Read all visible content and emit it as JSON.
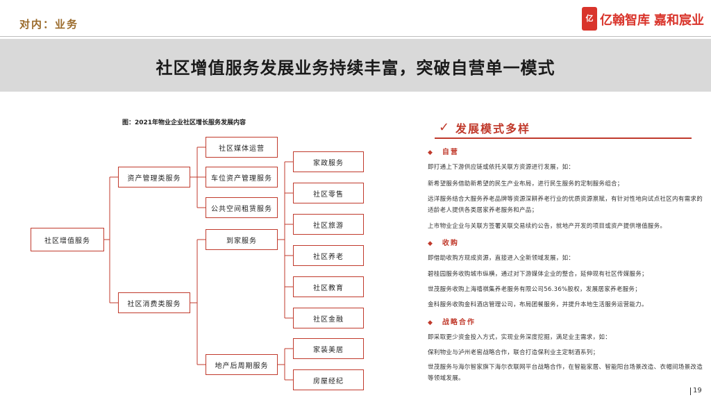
{
  "header": {
    "section_label": "对内：业务",
    "logo_badge": "亿",
    "brand_primary": "亿翰智库",
    "brand_secondary": "嘉和宸业"
  },
  "title": "社区增值服务发展业务持续丰富，突破自营单一模式",
  "figure": {
    "caption": "图：2021年物业企业社区增长服务发展内容",
    "root": "社区增值服务",
    "level1": [
      "资产管理类服务",
      "社区消费类服务"
    ],
    "level2": [
      "社区媒体运营",
      "车位资产管理服务",
      "公共空间租赁服务",
      "到家服务",
      "地产后周期服务"
    ],
    "level3_home": [
      "家政服务",
      "社区零售",
      "社区旅游",
      "社区养老",
      "社区教育",
      "社区金融"
    ],
    "level3_property": [
      "家装美居",
      "房屋经纪"
    ]
  },
  "right": {
    "heading": "发展模式多样",
    "check": "✓",
    "sections": [
      {
        "title": "自营",
        "paragraphs": [
          "即打通上下游供应链或依托关联方资源进行发展，如：",
          "新希望服务借助新希望的民生产业布局，进行民生服务的定制服务组合；",
          "远洋服务结合大服务养老品牌等资源深耕养老行业的优质资源禀赋，有针对性地向试点社区内有需求的适龄老人提供各类居家养老服务和产品；",
          "上市物业企业与关联方签署关联交易续约公告，就地产开发的项目或资产提供增值服务。"
        ]
      },
      {
        "title": "收购",
        "paragraphs": [
          "即借助收购方现成资源，直接进入全新领域发展，如：",
          "碧桂园服务收购城市纵横，通过对下游媒体企业的整合，延伸现有社区传媒服务；",
          "世茂服务收购上海禧祺集养老服务有限公司56.36%股权，发展居家养老服务；",
          "金科服务收购金科酒店管理公司，布局团餐服务，并提升本地生活服务运营能力。"
        ]
      },
      {
        "title": "战略合作",
        "paragraphs": [
          "即采取更少资金投入方式，实现业务深度挖掘，满足业主需求，如：",
          "保利物业与泸州老窖战略合作，联合打造保利业主定制酒系列；",
          "世茂服务与海尔智家旗下海尔衣联网平台战略合作，在智能家居、智能阳台场景改造、衣帽间场景改造等领域发展。"
        ]
      }
    ]
  },
  "page_number": "19",
  "colors": {
    "accent": "#c0392b",
    "brand": "#d9342b",
    "band": "#d9d9d9",
    "label": "#9a6a2a"
  }
}
